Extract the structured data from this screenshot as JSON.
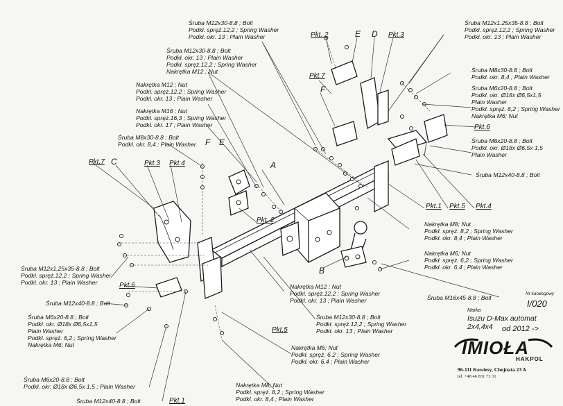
{
  "labels": {
    "top_center": [
      "Śruba M12x30-8.8 ; Bolt",
      "Podkł. spręż.12,2 ; Spring Washer",
      "Podkł. okr. 13 ; Plain Washer"
    ],
    "upper_center": [
      "Śruba M12x30-8.8 ; Bolt",
      "Podkł. okr. 13 ; Plain Washer",
      "Podkł. spręż.12,2 ; Spring Washer",
      "Nakrętka  M12 ; Nut"
    ],
    "mid_left_nut12": [
      "Nakrętka M12 ; Nut",
      "Podkł. spręż.12,2 ; Spring Washer",
      "Podkł. okr. 13 ; Plain Washer"
    ],
    "mid_left_nut16": [
      "Nakrętka  M16 ; Nut",
      "Podkł. spręż.16,3 ; Spring Washer",
      "Podkł. okr. 17 ; Plain Washer"
    ],
    "left_m8": [
      "Śruba M8x30-8.8 ; Bolt",
      "Podkł. okr. 8,4 ; Plain Washer"
    ],
    "top_right": [
      "Śruba M12x1.25x35-8.8 ; Bolt",
      "Podkł. spręż.12,2 ; Spring Washer",
      "Podkł. okr. 13 ; Plain Washer"
    ],
    "right_m8": [
      "Śruba M8x30-8.8 ; Bolt",
      "Podkł. okr. 8,4 ; Plain Washer"
    ],
    "right_m6": [
      "Śruba M6x20-8.8 ; Bolt",
      "Podkł. okr.  Ø18x Ø6,5x1,5",
      "Plain Washer",
      "Podkł. spręż. 6,2 ; Spring Washer",
      "Nakrętka  M6; Nut"
    ],
    "right_m6b": [
      "Śruba M6x20-8.8 ; Bolt",
      "Podkł. okr.  Ø18x Ø6,5x 1,5",
      "Plain Washer"
    ],
    "right_m12x40": "Śruba M12x40-8.8 ;  Bolt",
    "right_nut_m8": [
      "Nakrętka  M8; Nut",
      "Podkł. spręż. 8,2 ; Spring Washer",
      "Podkł. okr.  8,4 ; Plain Washer"
    ],
    "right_nut_m6": [
      "Nakrętka  M6; Nut",
      "Podkł. spręż. 6,2 ; Spring Washer",
      "Podkł. okr.  6,4 ; Plain Washer"
    ],
    "right_m16": "Śruba M16x45-8.8 ;  Bolt",
    "bottom_center_nut12": [
      "Nakrętka  M12 ; Nut",
      "Podkł. spręż.12,2 ; Spring Washer",
      "Podkł. okr. 13 ; Plain Washer"
    ],
    "bottom_center_bolt12": [
      "Śruba M12x30-8.8 ; Bolt",
      "Podkł. spręż.12,2 ; Spring Washer",
      "Podkł. okr. 13 ; Plain Washer"
    ],
    "bottom_center_nut6": [
      "Nakrętka  M6; Nut",
      "Podkł. spręż. 6,2 ; Spring Washer",
      "Podkł. okr.  6,4 ; Plain Washer"
    ],
    "bottom_center_nut8": [
      "Nakrętka  M8; Nut",
      "Podkł. spręż. 8,2 ; Spring Washer",
      "Podkł. okr.  8,4 ; Plain Washer"
    ],
    "left_m12x35": [
      "Śruba M12x1,25x35-8.8 ; Bolt",
      "Podkł. spręż.12,2 ; Spring Washer",
      "Podkł. okr. 13 ; Plain Washer"
    ],
    "left_m12x40": "Śruba M12x40-8.8 ;  Bolt",
    "left_m6": [
      "Śruba M6x20-8.8 ; Bolt",
      "Podkł. okr.  Ø18x Ø6,5x1,5",
      "Plain Washer",
      "Podkł. spręż. 6,2 ; Spring Washer",
      "Nakrętka  M6; Nut"
    ],
    "left_m6b": "Śruba M6x20-8.8 ;  Bolt",
    "left_m6b_2": "Podkł. okr.  Ø18x Ø6,5x 1,5 ; Plain Washer",
    "bottom_m12x40": "Śruba M12x40-8.8 ;  Bolt"
  },
  "tags": {
    "pkt1_bottom": "Pkt.1",
    "pkt1_right": "Pkt.1",
    "pkt2_top": "Pkt. 2",
    "pkt2_mid": "Pkt. 2",
    "pkt3_top": "Pkt.3",
    "pkt3_left": "Pkt.3",
    "pkt4_left": "Pkt.4",
    "pkt4_right": "Pkt.4",
    "pkt5_right": "Pkt.5",
    "pkt5_bottom": "Pkt.5",
    "pkt6_right": "Pkt.6",
    "pkt6_left": "Pkt.6",
    "pkt7_left": "Pkt.7",
    "pkt7_top": "Pkt.7"
  },
  "letters": {
    "a": "A",
    "b": "B",
    "c": "C",
    "d": "D",
    "e_top": "E",
    "e_left": "E",
    "f_top": "F",
    "f_left": "F"
  },
  "info": {
    "catalog_label": "Nr katalogowy",
    "catalog_number": "I/020",
    "make_label": "Marka",
    "model": "Isuzu D-Max automat 2x4,4x4",
    "year": "od  2012 ->",
    "brand": "IMIOŁA",
    "brand_sub": "HAKPOL",
    "address": "96-111 Kowiesy, Chojnata 23 A",
    "phone": "tel. +48 46 831 73 31"
  }
}
